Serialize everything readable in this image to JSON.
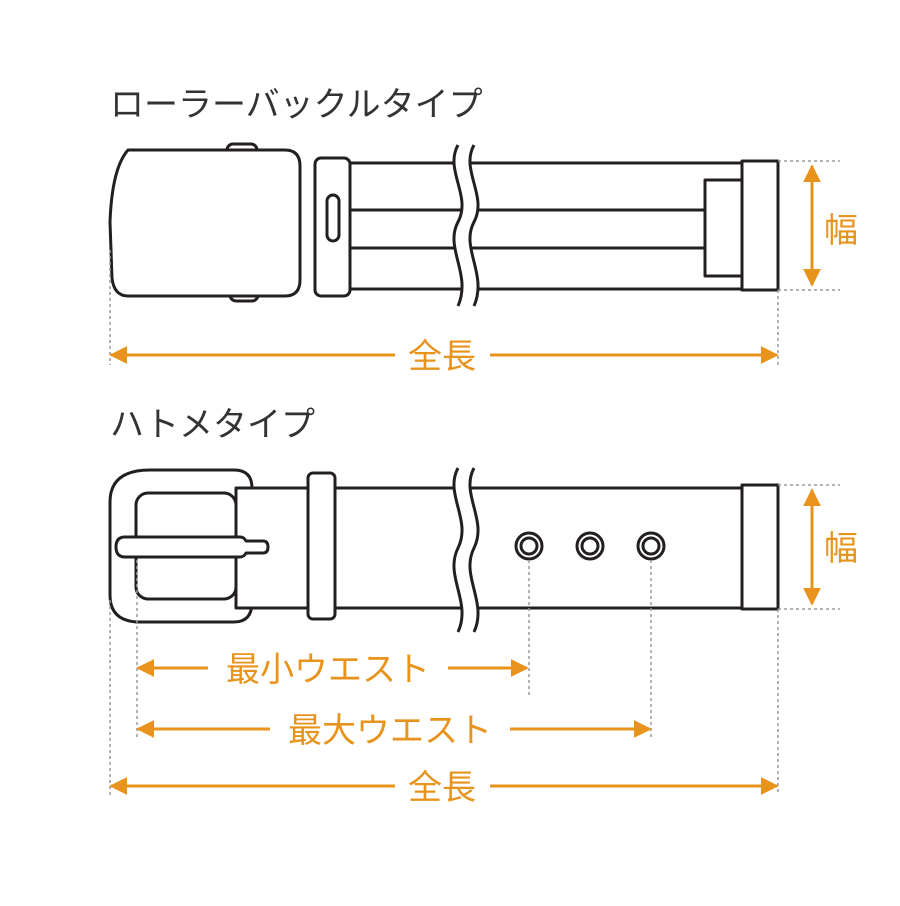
{
  "colors": {
    "accent": "#e8931c",
    "outline": "#231f20",
    "title": "#333333",
    "guide": "#9a9a9a"
  },
  "roller_type": {
    "title": "ローラーバックルタイプ",
    "width_label": "幅",
    "length_label": "全長"
  },
  "hato_type": {
    "title": "ハトメタイプ",
    "width_label": "幅",
    "min_waist_label": "最小ウエスト",
    "max_waist_label": "最大ウエスト",
    "length_label": "全長"
  }
}
